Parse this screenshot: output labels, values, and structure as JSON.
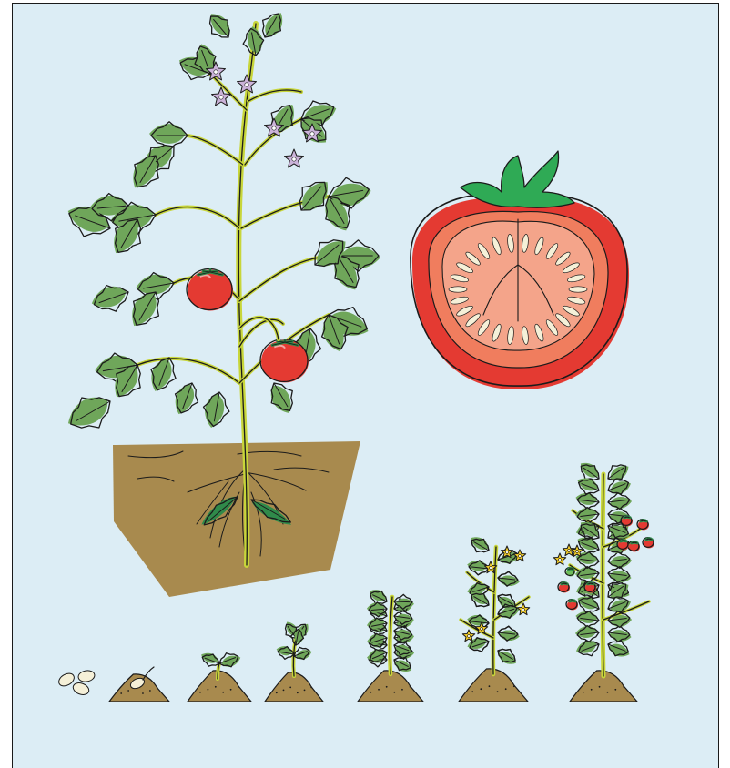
{
  "illustration": {
    "subject": "tomato-plant-life-cycle",
    "colors": {
      "background": "#dcedf5",
      "border": "#1a1a1a",
      "leaf": "#6fa65a",
      "leaf_dark": "#3f7a3a",
      "leaf_shadow": "#2f8a4a",
      "stem": "#c8d63a",
      "soil": "#a88a4e",
      "soil_dark": "#8a6a36",
      "tomato": "#e43a32",
      "tomato_flesh": "#f4a48a",
      "tomato_inner": "#f07d5e",
      "seed": "#f5f0d8",
      "purple_flower": "#cbb3d9",
      "yellow_flower": "#f5d02a",
      "green_fruit": "#6fbf5a"
    },
    "growth_stages": [
      "seeds",
      "germinating-seed",
      "sprout",
      "seedling",
      "young-plant",
      "flowering-plant",
      "fruiting-plant"
    ]
  }
}
